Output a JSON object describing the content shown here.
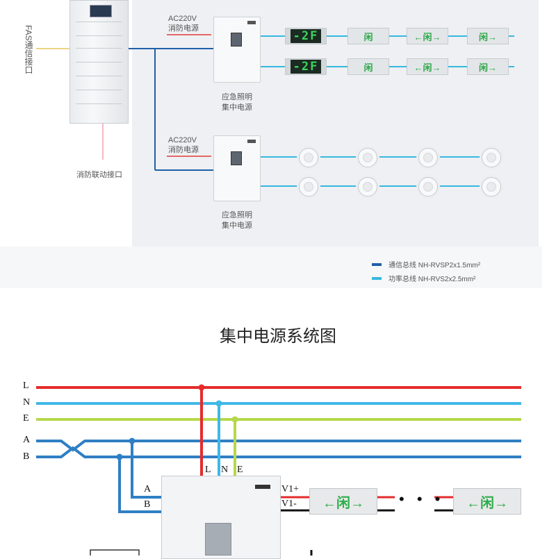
{
  "top": {
    "fas_label": "FAS通信接口",
    "linkage_label": "消防联动接口",
    "group1": {
      "ac_line1": "AC220V",
      "ac_line2": "消防电源",
      "psu_line1": "应急照明",
      "psu_line2": "集中电源",
      "signs_row1": [
        "-2F",
        "闲",
        "←闲→",
        "闲→"
      ],
      "signs_row2": [
        "-2F",
        "闲",
        "←闲→",
        "闲→"
      ]
    },
    "group2": {
      "ac_line1": "AC220V",
      "ac_line2": "消防电源",
      "psu_line1": "应急照明",
      "psu_line2": "集中电源"
    },
    "legend": [
      {
        "color": "#1f5fa8",
        "label": "通信总线 NH-RVSP2x1.5mm²"
      },
      {
        "color": "#35b8e0",
        "label": "功率总线 NH-RVS2x2.5mm²"
      }
    ]
  },
  "title": "集中电源系统图",
  "wiring": {
    "lines": [
      {
        "label": "L",
        "color": "#e52b2b"
      },
      {
        "label": "N",
        "color": "#3fb8e6"
      },
      {
        "label": "E",
        "color": "#b5d84a"
      },
      {
        "label": "A",
        "color": "#2f7fc4"
      },
      {
        "label": "B",
        "color": "#2f7fc4"
      }
    ],
    "module_inputs": [
      "A",
      "B"
    ],
    "module_top": [
      "L",
      "N",
      "E"
    ],
    "outputs": [
      "V1+",
      "V1-"
    ],
    "exit_sign_text": "←闲→",
    "dots": "• • •"
  },
  "colors": {
    "comm_bus": "#1f5fa8",
    "power_bus": "#35b8e0"
  }
}
